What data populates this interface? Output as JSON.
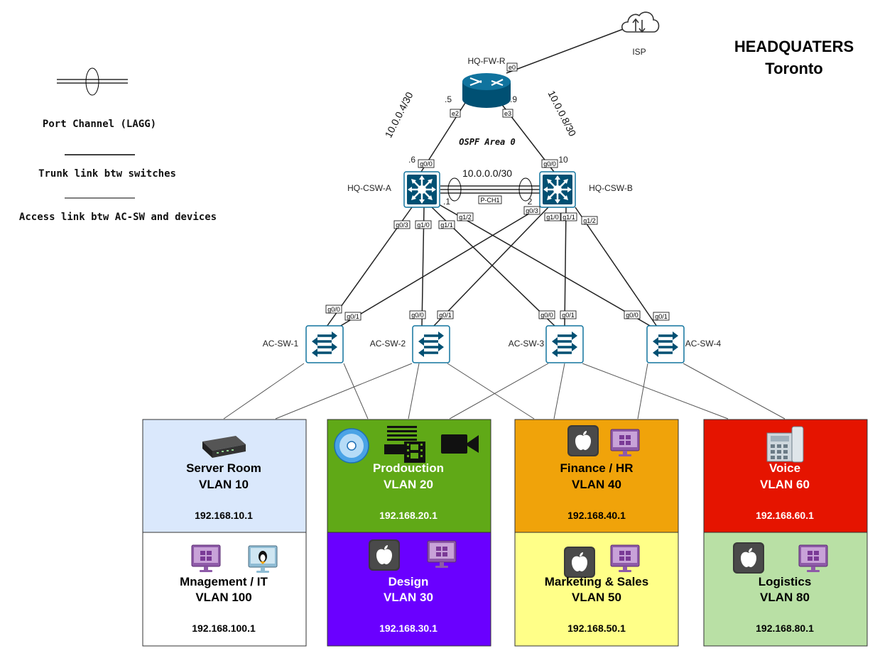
{
  "title": {
    "line1": "HEADQUATERS",
    "line2": "Toronto"
  },
  "legend": {
    "port_channel": "Port Channel (LAGG)",
    "trunk": "Trunk link btw switches",
    "access": "Access link btw AC-SW and devices"
  },
  "isp": {
    "label": "ISP",
    "icon": "cloud-icon",
    "port": "e0"
  },
  "firewall": {
    "label": "HQ-FW-R",
    "icon": "router-icon",
    "port_e2": "e2",
    "port_e3": "e3",
    "ip_left": ".5",
    "ip_right": ".9"
  },
  "subnets": {
    "left": "10.0.0.4/30",
    "right": "10.0.0.8/30",
    "core": "10.0.0.0/30"
  },
  "ospf": "OSPF Area 0",
  "core_a": {
    "label": "HQ-CSW-A",
    "ip_up": ".6",
    "ip_pc": ".1",
    "ports": {
      "up": "g0/0",
      "p1": "g0/3",
      "p2": "g1/0",
      "p3": "g1/1",
      "p4": "g1/2"
    }
  },
  "core_b": {
    "label": "HQ-CSW-B",
    "ip_up": "10",
    "ip_pc": "2",
    "ports": {
      "up": "g0/0",
      "p1": "g0/3",
      "p2": "g1/0",
      "p3": "g1/1",
      "p4": "g1/2"
    }
  },
  "port_channel": "P-CH1",
  "access_switches": [
    {
      "label": "AC-SW-1",
      "p0": "g0/0",
      "p1": "g0/1"
    },
    {
      "label": "AC-SW-2",
      "p0": "g0/0",
      "p1": "g0/1"
    },
    {
      "label": "AC-SW-3",
      "p0": "g0/0",
      "p1": "g0/1"
    },
    {
      "label": "AC-SW-4",
      "p0": "g0/0",
      "p1": "g0/1"
    }
  ],
  "vlans": [
    {
      "name": "Server Room",
      "vlan": "VLAN 10",
      "ip": "192.168.10.1",
      "bg": "#dae8fc",
      "fg": "#000000",
      "icons": [
        "server-icon"
      ]
    },
    {
      "name": "Prodouction",
      "vlan": "VLAN 20",
      "ip": "192.168.20.1",
      "bg": "#60a917",
      "fg": "#ffffff",
      "icons": [
        "cd-icon",
        "film-icon",
        "video-camera-icon"
      ]
    },
    {
      "name": "Finance / HR",
      "vlan": "VLAN 40",
      "ip": "192.168.40.1",
      "bg": "#f0a30a",
      "fg": "#000000",
      "icons": [
        "apple-icon",
        "windows-pc-icon"
      ]
    },
    {
      "name": "Voice",
      "vlan": "VLAN 60",
      "ip": "192.168.60.1",
      "bg": "#e51400",
      "fg": "#ffffff",
      "icons": [
        "ip-phone-icon"
      ]
    },
    {
      "name": "Mnagement / IT",
      "vlan": "VLAN 100",
      "ip": "192.168.100.1",
      "bg": "#ffffff",
      "fg": "#000000",
      "icons": [
        "windows-pc-icon",
        "linux-pc-icon"
      ]
    },
    {
      "name": "Design",
      "vlan": "VLAN 30",
      "ip": "192.168.30.1",
      "bg": "#6a00ff",
      "fg": "#ffffff",
      "icons": [
        "apple-icon",
        "windows-pc-icon"
      ]
    },
    {
      "name": "Marketing & Sales",
      "vlan": "VLAN 50",
      "ip": "192.168.50.1",
      "bg": "#ffff88",
      "fg": "#000000",
      "icons": [
        "apple-icon",
        "windows-pc-icon"
      ]
    },
    {
      "name": "Logistics",
      "vlan": "VLAN 80",
      "ip": "192.168.80.1",
      "bg": "#b9e0a5",
      "fg": "#000000",
      "icons": [
        "apple-icon",
        "windows-pc-icon"
      ]
    }
  ]
}
